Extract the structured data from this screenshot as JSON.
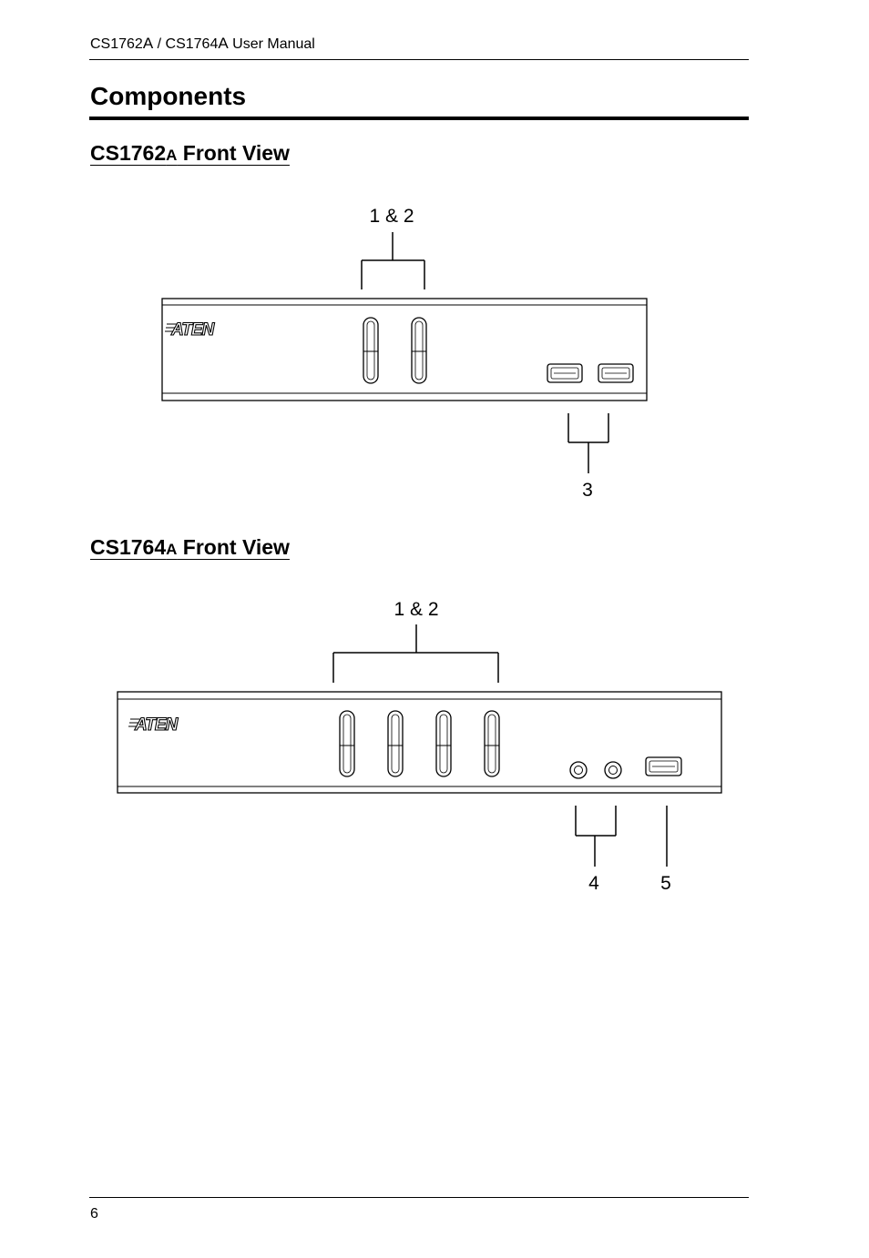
{
  "header": {
    "model_a": "CS1762",
    "suffix_a": "A",
    "separator": " / ",
    "model_b": "CS1764",
    "suffix_b": "A",
    "manual": " User Manual"
  },
  "page_title": "Components",
  "sections": [
    {
      "model": "CS1762",
      "suffix": "A",
      "title_rest": " Front View",
      "logo": "ATEN",
      "callouts": {
        "buttons": "1 & 2",
        "usb": "3"
      },
      "port_selection_buttons": 2,
      "usb_ports": 2
    },
    {
      "model": "CS1764",
      "suffix": "A",
      "title_rest": " Front View",
      "logo": "ATEN",
      "callouts": {
        "buttons": "1 & 2",
        "audio": "4",
        "usb": "5"
      },
      "port_selection_buttons": 4,
      "audio_jacks": 2,
      "usb_ports": 1
    }
  ],
  "footer": {
    "page_number": "6"
  }
}
